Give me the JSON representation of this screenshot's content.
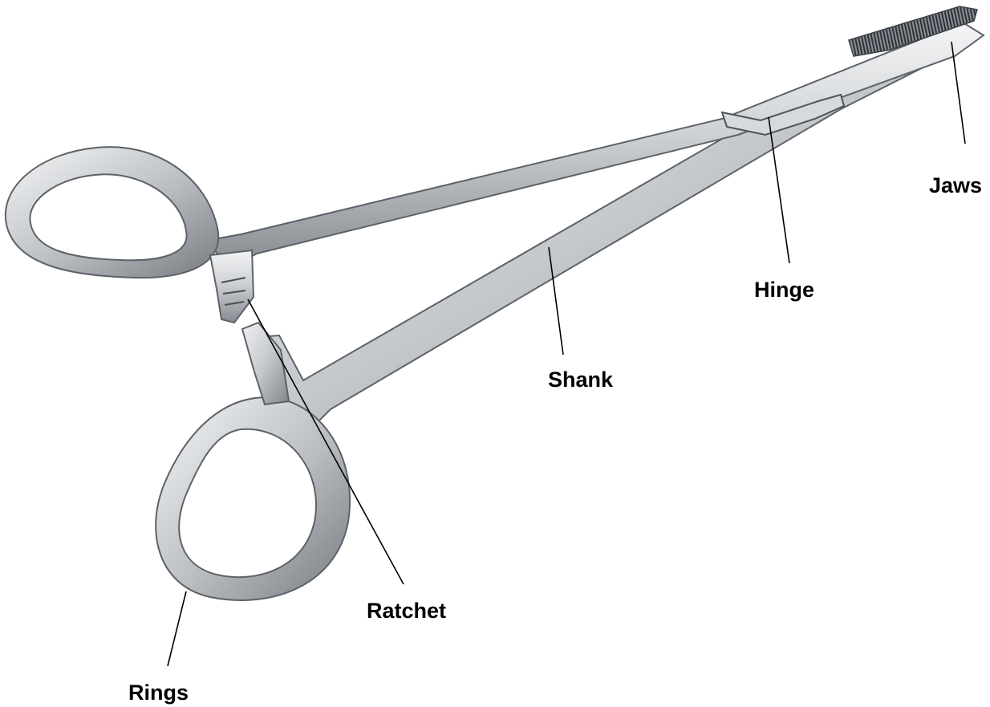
{
  "labels": {
    "jaws": "Jaws",
    "hinge": "Hinge",
    "shank": "Shank",
    "ratchet": "Ratchet",
    "rings": "Rings"
  },
  "colors": {
    "steel_light": "#eef0f2",
    "steel_mid": "#c3c7cb",
    "steel_dark": "#7c8187",
    "outline": "#5d6268",
    "label_text": "#000000",
    "leader_line": "#000000",
    "background": "#ffffff"
  },
  "icons": {
    "instrument": "needle-holder-forceps-illustration"
  }
}
